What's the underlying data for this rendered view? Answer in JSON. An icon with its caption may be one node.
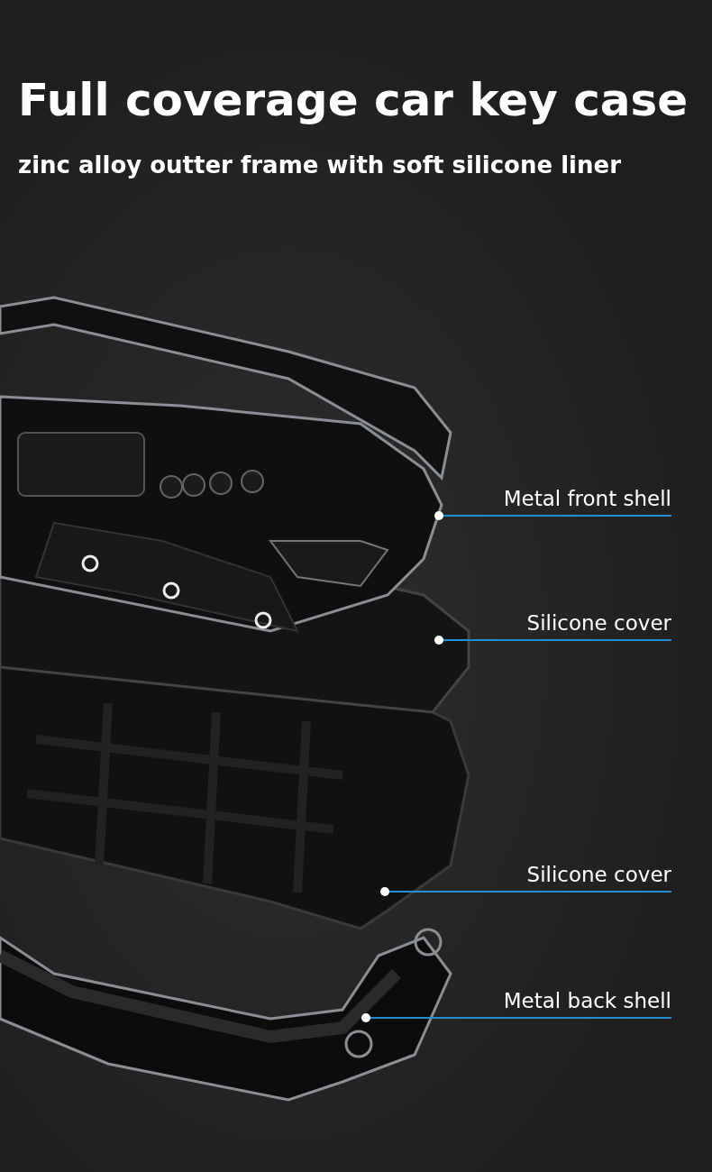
{
  "diagram": {
    "title": "Full coverage car key case",
    "caption": "zinc alloy outter frame with soft silicone liner",
    "nodes": [
      {
        "text": [
          "Metal front shell"
        ]
      },
      {
        "text": [
          "Silicone cover"
        ]
      },
      {
        "text": [
          "Silicone cover"
        ]
      },
      {
        "text": [
          "Metal back shell"
        ]
      }
    ],
    "edges": [
      {
        "from": 0,
        "to": null,
        "arrow": "other",
        "color": "#1e8fd6"
      },
      {
        "from": 1,
        "to": null,
        "arrow": "other",
        "color": "#1e8fd6"
      },
      {
        "from": 2,
        "to": null,
        "arrow": "other",
        "color": "#1e8fd6"
      },
      {
        "from": 3,
        "to": null,
        "arrow": "other",
        "color": "#1e8fd6"
      }
    ]
  }
}
